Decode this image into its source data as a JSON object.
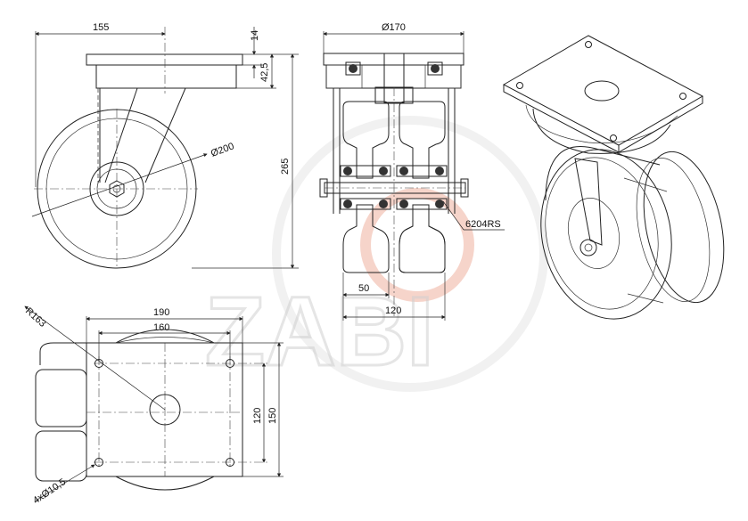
{
  "watermark": {
    "text": "ZABI",
    "accent_color": "#e0502a"
  },
  "side_view": {
    "dims": {
      "width": "155",
      "plate_thickness": "14",
      "plate_height": "42,5",
      "total_height": "265",
      "wheel_diameter": "Ø200"
    }
  },
  "front_section": {
    "dims": {
      "plate_width": "Ø170",
      "bearing": "6204RS",
      "wheel_width": "50",
      "total_width": "120"
    },
    "colors": {
      "hatch": "#c8702a",
      "highlight": "#f2c2b0"
    }
  },
  "top_view": {
    "dims": {
      "plate_length": "190",
      "hole_spacing_x": "160",
      "hole_spacing_y": "120",
      "plate_width": "150",
      "radius": "R163",
      "holes": "4xØ10,5"
    }
  },
  "iso_view": {
    "label": "isometric-caster-view"
  }
}
